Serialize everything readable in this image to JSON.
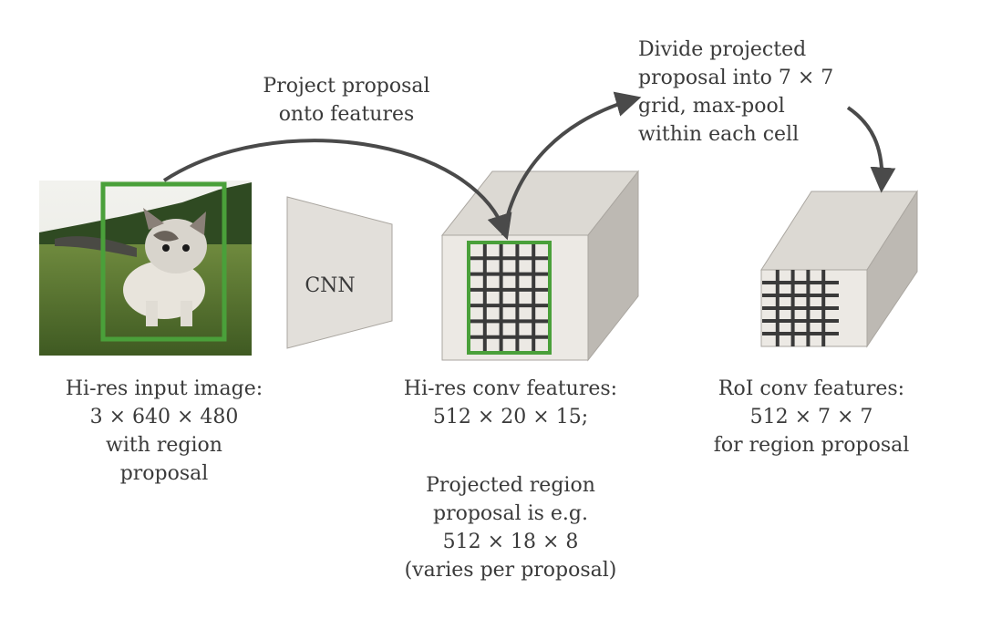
{
  "labels": {
    "project_proposal": "Project proposal\nonto features",
    "divide_grid": "Divide projected\nproposal into 7 × 7\ngrid, max-pool\nwithin each cell",
    "cnn": "CNN",
    "input_caption": "Hi-res input image:\n3 × 640 × 480\nwith region\nproposal",
    "conv_caption": "Hi-res conv features:\n512 × 20 × 15;",
    "projected_caption": "Projected region\nproposal is e.g.\n512 × 18 × 8\n(varies per proposal)",
    "roi_caption": "RoI conv features:\n512 × 7 × 7\nfor region proposal"
  },
  "colors": {
    "proposal_box": "#4aa03a",
    "arrow": "#4a4a4a",
    "block_front": "#ece9e4",
    "block_top": "#dcd9d3",
    "block_side": "#bdb9b3",
    "grid_line": "#3a3a3a"
  }
}
